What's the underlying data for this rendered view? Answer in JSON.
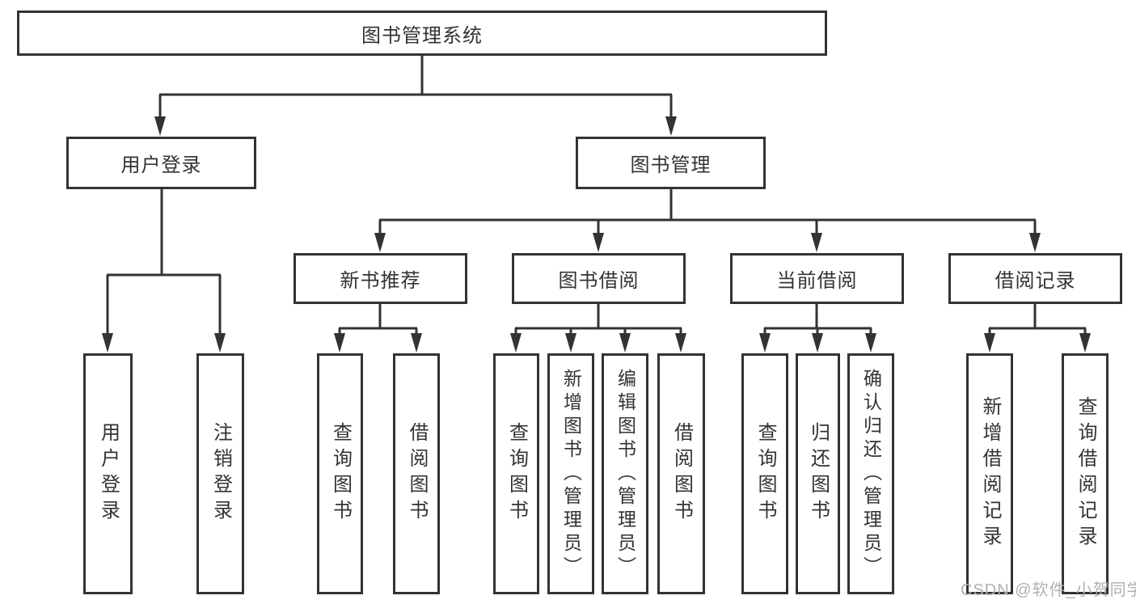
{
  "diagram": {
    "root": {
      "label": "图书管理系统"
    },
    "level2": [
      {
        "label": "用户登录"
      },
      {
        "label": "图书管理"
      }
    ],
    "level3": [
      {
        "label": "新书推荐"
      },
      {
        "label": "图书借阅"
      },
      {
        "label": "当前借阅"
      },
      {
        "label": "借阅记录"
      }
    ],
    "leaves": {
      "user_login": [
        {
          "label": "用户登录"
        },
        {
          "label": "注销登录"
        }
      ],
      "new_book": [
        {
          "label": "查询图书"
        },
        {
          "label": "借阅图书"
        }
      ],
      "book_borrow": [
        {
          "label": "查询图书"
        },
        {
          "label": "新增图书（管理员）"
        },
        {
          "label": "编辑图书（管理员）"
        },
        {
          "label": "借阅图书"
        }
      ],
      "current_borrow": [
        {
          "label": "查询图书"
        },
        {
          "label": "归还图书"
        },
        {
          "label": "确认归还（管理员）"
        }
      ],
      "borrow_records": [
        {
          "label": "新增借阅记录"
        },
        {
          "label": "查询借阅记录"
        }
      ]
    }
  },
  "watermark": {
    "text": "CSDN @软件_小贺同学"
  },
  "colors": {
    "line": "#333333",
    "text": "#333333",
    "watermark": "#b0b0b0",
    "background": "#ffffff"
  }
}
